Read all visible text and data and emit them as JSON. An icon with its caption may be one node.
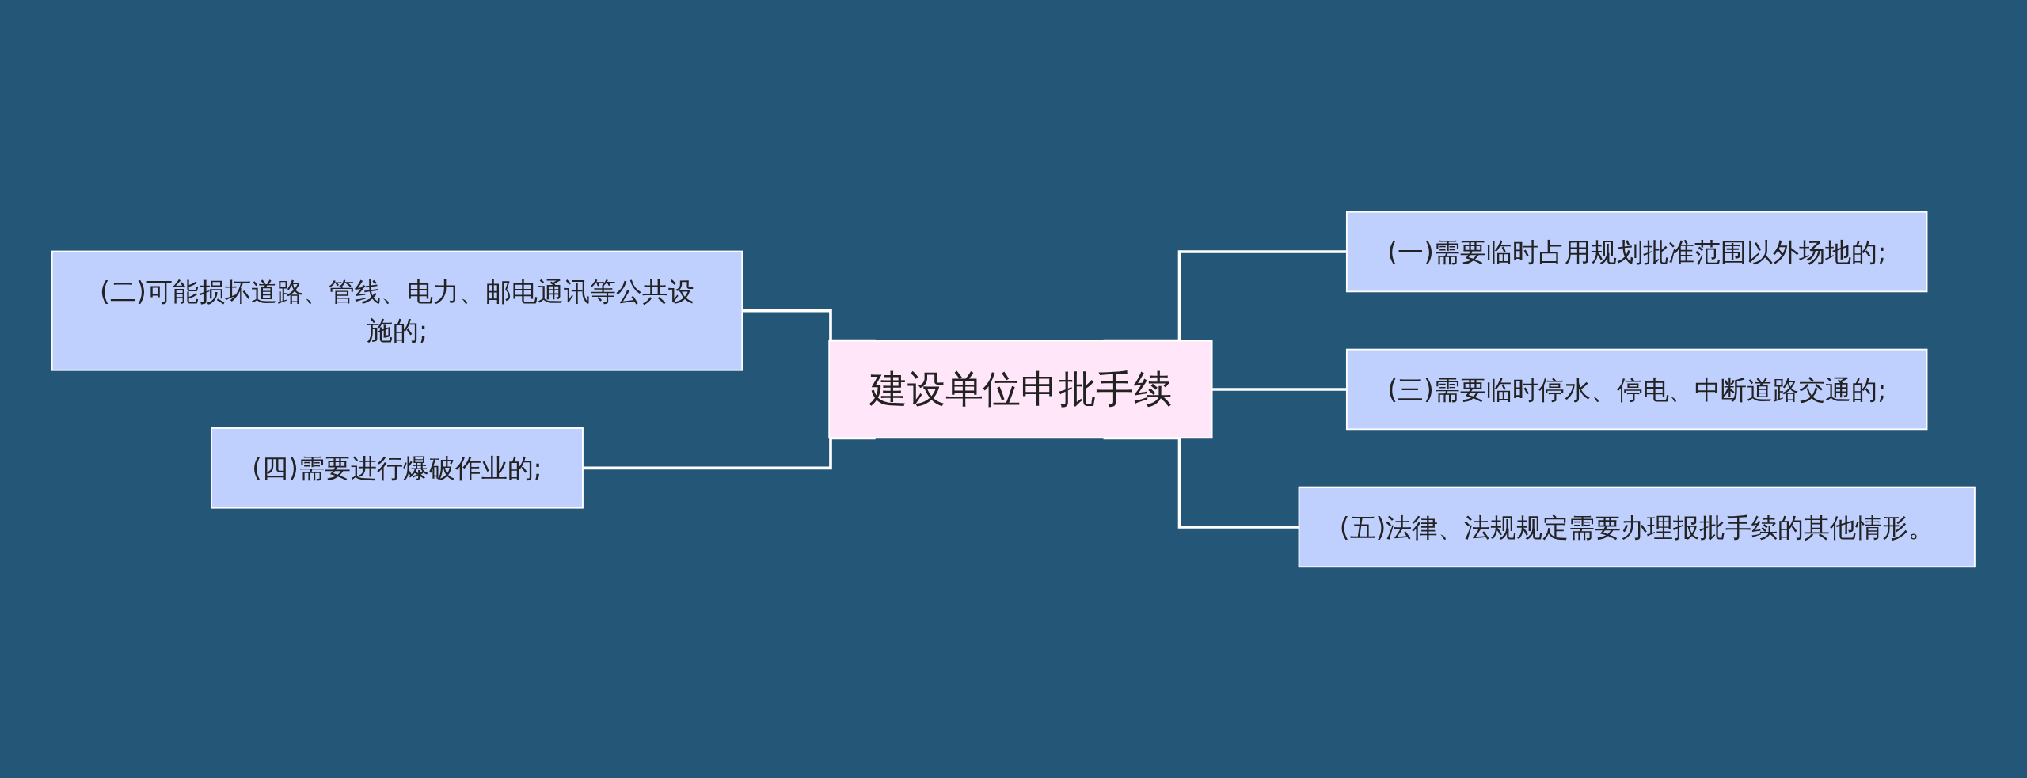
{
  "diagram": {
    "nodes": [
      {
        "text": [
          "建设单位申批手续"
        ]
      },
      {
        "text": [
          "(一)需要临时占用规划批准范围以外场地的;"
        ]
      },
      {
        "text": [
          "(二)可能损坏道路、管线、电力、邮电通讯等公共设施的;"
        ]
      },
      {
        "text": [
          "(三)需要临时停水、停电、中断道路交通的;"
        ]
      },
      {
        "text": [
          "(四)需要进行爆破作业的;"
        ]
      },
      {
        "text": [
          "(五)法律、法规规定需要办理报批手续的其他情形。"
        ]
      }
    ],
    "edges": [
      {
        "from": 0,
        "to": 1,
        "arrow": "none"
      },
      {
        "from": 0,
        "to": 2,
        "arrow": "none"
      },
      {
        "from": 0,
        "to": 3,
        "arrow": "none"
      },
      {
        "from": 0,
        "to": 4,
        "arrow": "none"
      },
      {
        "from": 0,
        "to": 5,
        "arrow": "none"
      }
    ]
  }
}
